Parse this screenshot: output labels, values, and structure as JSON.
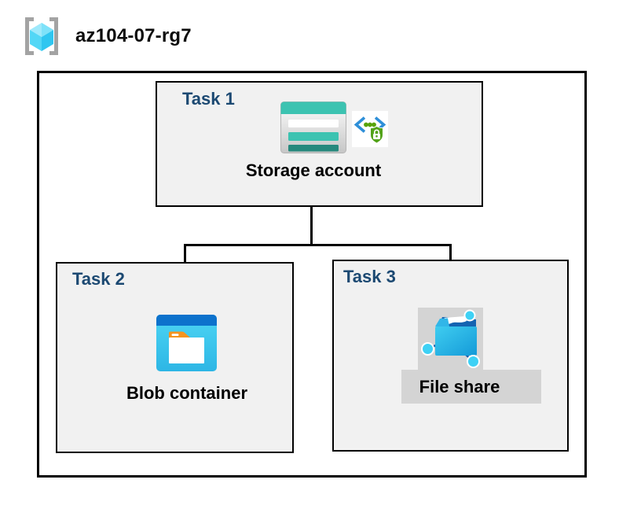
{
  "header": {
    "title": "az104-07-rg7",
    "icon": "resource-group-icon"
  },
  "tasks": [
    {
      "label": "Task 1",
      "resource": "Storage account",
      "icons": [
        "storage-account-icon",
        "sas-security-icon"
      ]
    },
    {
      "label": "Task 2",
      "resource": "Blob container",
      "icons": [
        "blob-container-icon"
      ]
    },
    {
      "label": "Task 3",
      "resource": "File share",
      "icons": [
        "file-share-icon"
      ]
    }
  ],
  "colors": {
    "task_label_blue": "#1c4972",
    "task_box_fill": "#f1f1f1",
    "border_black": "#000000",
    "highlight_gray": "#d4d4d4",
    "storage_teal": "#3cc3b1",
    "storage_teal_dark": "#26897d",
    "blob_header_blue": "#0d72cc",
    "cyan_node": "#3ed1f5",
    "sas_chevron_blue": "#2e8fd8",
    "sas_shield_green": "#53a31a",
    "tab_orange": "#f7941e"
  }
}
